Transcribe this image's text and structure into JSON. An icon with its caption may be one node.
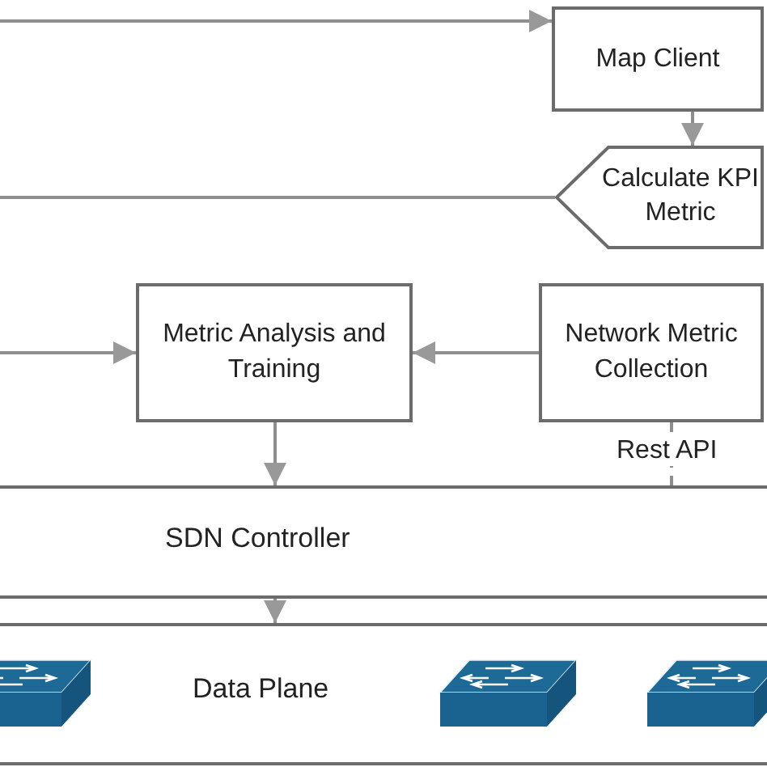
{
  "diagram": {
    "nodes": [
      {
        "text": [
          "Map Client"
        ]
      },
      {
        "text": [
          "Calculate KPI Metric"
        ]
      },
      {
        "text": [
          "Metric Analysis and Training"
        ]
      },
      {
        "text": [
          "Network Metric Collection"
        ]
      },
      {
        "text": [
          "SDN Controller"
        ]
      },
      {
        "text": [
          "Data Plane"
        ]
      }
    ],
    "edges": [
      {
        "from": null,
        "to": 0,
        "arrow": "to"
      },
      {
        "from": 0,
        "to": 1,
        "arrow": "to"
      },
      {
        "from": 1,
        "to": null,
        "arrow": "none"
      },
      {
        "from": null,
        "to": 2,
        "arrow": "to"
      },
      {
        "from": 3,
        "to": 2,
        "arrow": "to"
      },
      {
        "from": 2,
        "to": 4,
        "arrow": "to"
      },
      {
        "from": 3,
        "to": 4,
        "arrow": "none",
        "label": "Rest API",
        "style": "dashed"
      },
      {
        "from": 4,
        "to": 5,
        "arrow": "to"
      }
    ]
  }
}
